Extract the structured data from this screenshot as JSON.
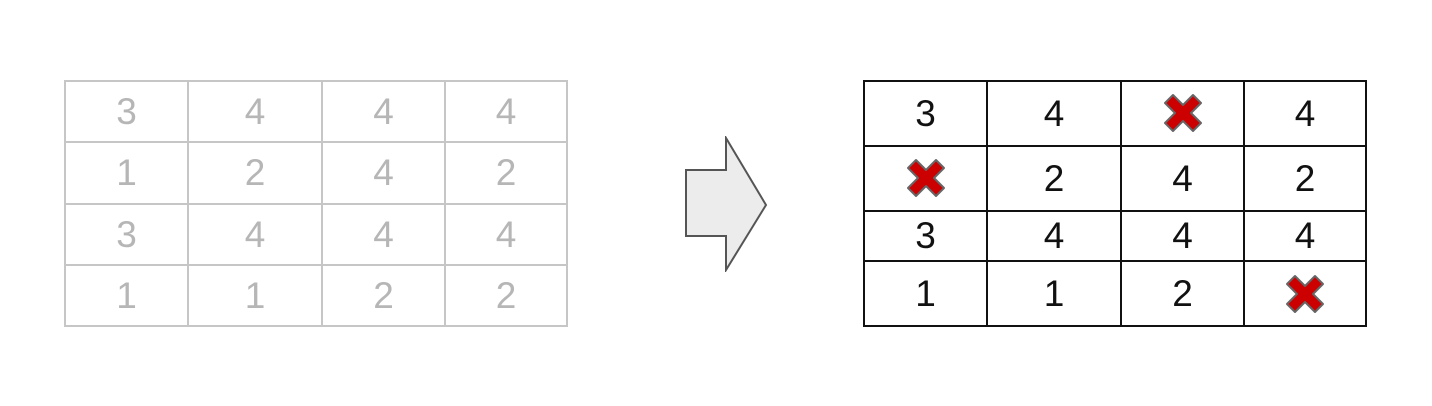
{
  "left_grid": {
    "rows": [
      [
        "3",
        "4",
        "4",
        "4"
      ],
      [
        "1",
        "2",
        "4",
        "2"
      ],
      [
        "3",
        "4",
        "4",
        "4"
      ],
      [
        "1",
        "1",
        "2",
        "2"
      ]
    ]
  },
  "right_grid": {
    "rows": [
      [
        "3",
        "4",
        "",
        "4"
      ],
      [
        "",
        "2",
        "4",
        "2"
      ],
      [
        "3",
        "4",
        "4",
        "4"
      ],
      [
        "1",
        "1",
        "2",
        ""
      ]
    ],
    "removed_cells": [
      [
        0,
        2
      ],
      [
        1,
        0
      ],
      [
        3,
        3
      ]
    ]
  },
  "colors": {
    "x_mark_fill": "#cc0000",
    "x_mark_outline": "#666666",
    "faded_text": "#b6b6b6",
    "faded_border": "#c6c6c6",
    "arrow_fill": "#ececec",
    "arrow_outline": "#555555"
  },
  "icons": {
    "arrow": "right-arrow-icon",
    "removed": "x-mark-icon"
  }
}
